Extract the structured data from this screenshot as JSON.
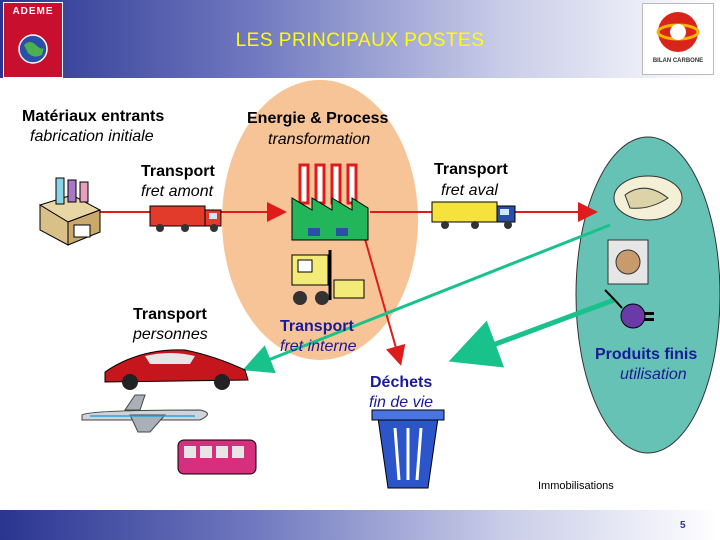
{
  "header": {
    "title": "LES PRINCIPAUX POSTES",
    "left_logo_text": "ADEME",
    "right_logo_text": "BILAN CARBONE"
  },
  "labels": {
    "materiaux_title": "Matériaux entrants",
    "materiaux_sub": "fabrication initiale",
    "energie_title": "Energie & Process",
    "energie_sub": "transformation",
    "transport_amont_title": "Transport",
    "transport_amont_sub": "fret amont",
    "transport_aval_title": "Transport",
    "transport_aval_sub": "fret aval",
    "transport_personnes_title": "Transport",
    "transport_personnes_sub": "personnes",
    "transport_interne_title": "Transport",
    "transport_interne_sub": "fret interne",
    "dechets_title": "Déchets",
    "dechets_sub": "fin de vie",
    "produits_title": "Produits finis",
    "produits_sub": "utilisation",
    "immobilisations": "Immobilisations"
  },
  "colors": {
    "process_ellipse": "#f6c496",
    "product_ellipse": "#66c2b4",
    "arrow_red": "#e01b1b",
    "arrow_green": "#19c28b",
    "title_yellow": "#ffff00",
    "header_blue": "#2a3590"
  },
  "footer": {
    "page_number": "5"
  }
}
